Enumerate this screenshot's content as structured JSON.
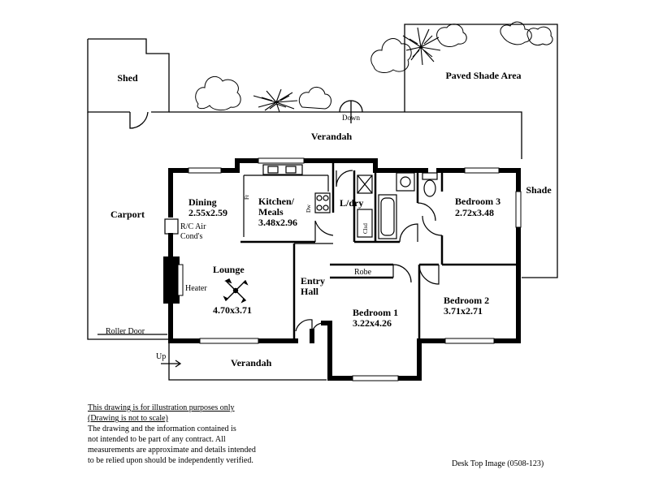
{
  "rooms": {
    "shed": "Shed",
    "paved": "Paved Shade Area",
    "verandah_top": "Verandah",
    "carport": "Carport",
    "shade": "Shade",
    "dining": "Dining",
    "dining_size": "2.55x2.59",
    "kitchen_line1": "Kitchen/",
    "kitchen_line2": "Meals",
    "kitchen_size": "3.48x2.96",
    "laundry": "L/dry",
    "bedroom3": "Bedroom 3",
    "bedroom3_size": "2.72x3.48",
    "lounge": "Lounge",
    "lounge_size": "4.70x3.71",
    "entry_line1": "Entry",
    "entry_line2": "Hall",
    "robe": "Robe",
    "bedroom1": "Bedroom 1",
    "bedroom1_size": "3.22x4.26",
    "bedroom2": "Bedroom 2",
    "bedroom2_size": "3.71x2.71",
    "verandah_bottom": "Verandah"
  },
  "labels": {
    "down": "Down",
    "up": "Up",
    "roller_door": "Roller Door",
    "aircon_line1": "R/C Air",
    "aircon_line2": "Cond's",
    "heater": "Heater",
    "fridge": "Fr",
    "dishwasher": "Dw",
    "clothes_dryer": "Clsd"
  },
  "disclaimer": {
    "line1": "This drawing is for illustration purposes only",
    "line2": "(Drawing is not to scale)",
    "line3": "The drawing and the information contained is",
    "line4": "not intended to be part of any contract.  All",
    "line5": "measurements are approximate and details intended",
    "line6": "to be relied upon should be independently verified."
  },
  "reference": "Desk Top Image (0508-123)"
}
